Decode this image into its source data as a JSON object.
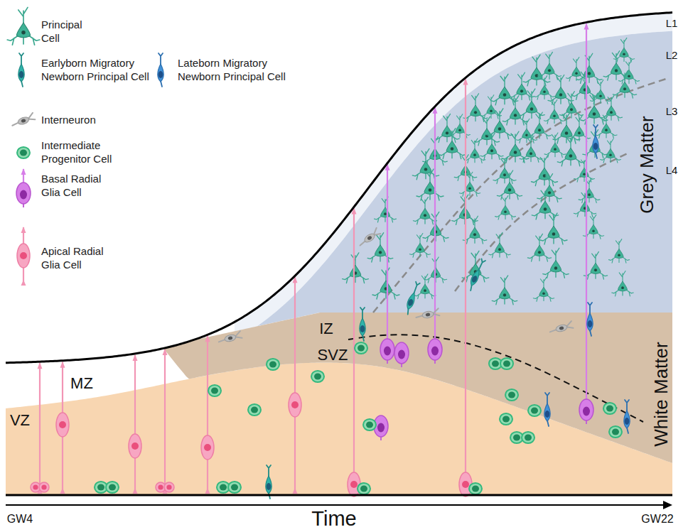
{
  "diagram": {
    "labels": [
      "MZ",
      "VZ",
      "IZ",
      "SVZ",
      "L1",
      "L2",
      "L3",
      "L4",
      "Grey Matter",
      "White Matter",
      "GW4",
      "Time",
      "GW22"
    ],
    "legend": [
      {
        "text": "Principal Cell"
      },
      {
        "text": "Earlyborn Migratory Newborn Principal Cell"
      },
      {
        "text": "Lateborn Migratory Newborn Principal Cell"
      },
      {
        "text": "Interneuron"
      },
      {
        "text": "Intermediate Progenitor Cell"
      },
      {
        "text": "Basal Radial Glia Cell"
      },
      {
        "text": "Apical Radial Glia Cell"
      }
    ]
  }
}
